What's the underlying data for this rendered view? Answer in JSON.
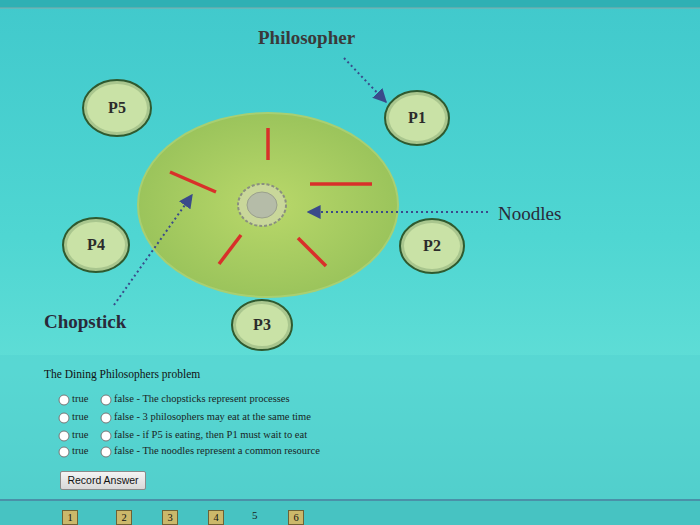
{
  "diagram": {
    "title": "The Dining Philosophers problem",
    "nodes": [
      {
        "text": [
          "P5"
        ]
      },
      {
        "text": [
          "P1"
        ]
      },
      {
        "text": [
          "P4"
        ]
      },
      {
        "text": [
          "P2"
        ]
      },
      {
        "text": [
          "P3"
        ]
      },
      {
        "text": [
          "Record Answer"
        ]
      },
      {
        "text": [
          "1"
        ]
      },
      {
        "text": [
          "2"
        ]
      },
      {
        "text": [
          "3"
        ]
      },
      {
        "text": [
          "4"
        ]
      },
      {
        "text": [
          "6"
        ]
      }
    ],
    "labels": [
      "Philosopher",
      "Noodles",
      "Chopstick",
      "true",
      "false - The chopsticks represent processes",
      "true",
      "false - 3 philosophers may eat at the same time",
      "true",
      "false - if P5 is eating, then P1 must wait to eat",
      "true",
      "false - The noodles represent a common resource",
      "5"
    ]
  }
}
